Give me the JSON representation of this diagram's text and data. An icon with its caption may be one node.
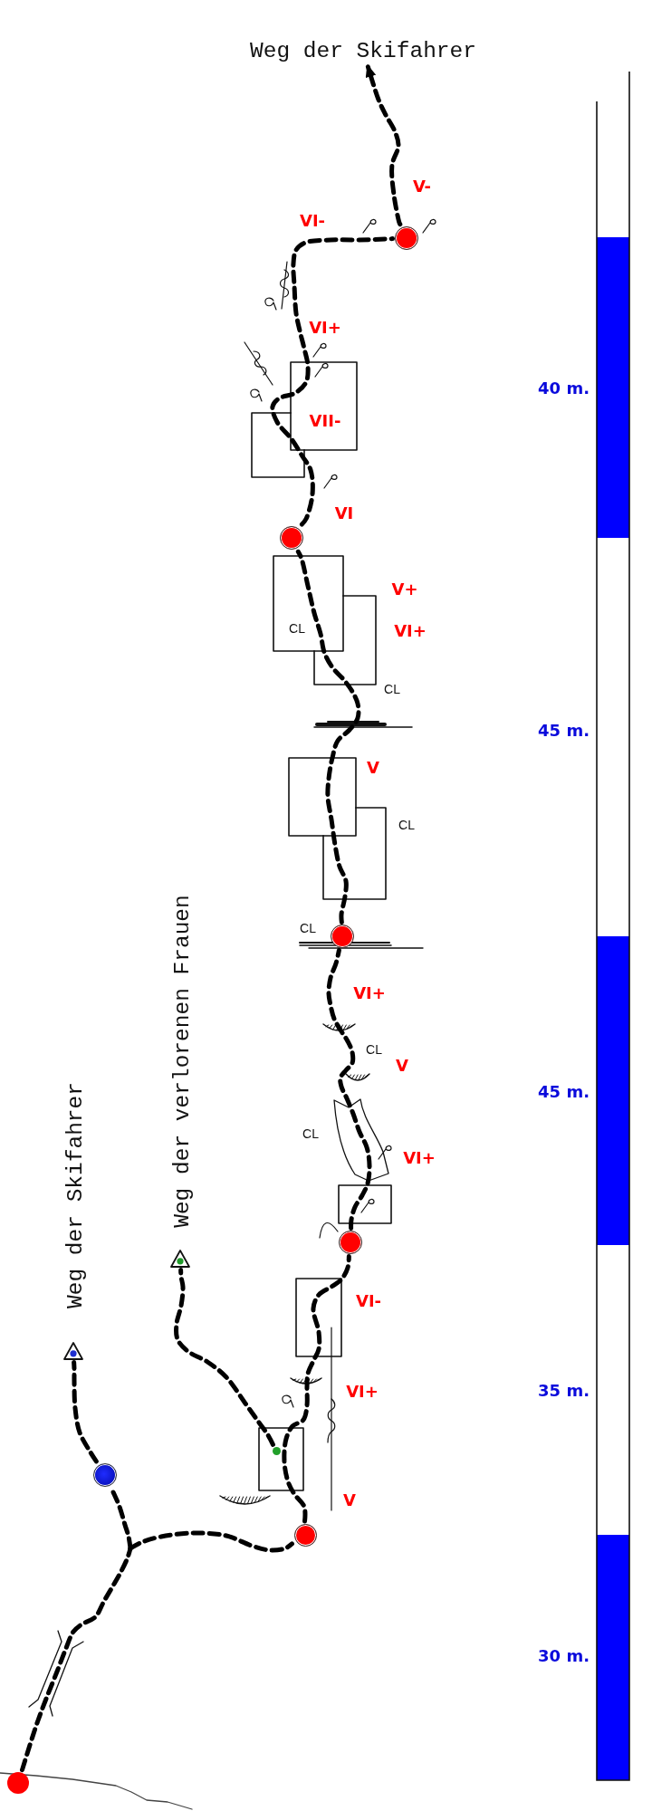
{
  "diagram": {
    "nodes": [
      {
        "text": [
          "Weg der Skifahrer"
        ]
      },
      {
        "text": [],
        "shape": "circle"
      },
      {
        "text": [],
        "shape": "circle"
      },
      {
        "text": [],
        "shape": "circle"
      },
      {
        "text": [],
        "shape": "circle"
      },
      {
        "text": [],
        "shape": "triangle",
        "beside": [
          "Weg der verlorenen Frauen"
        ]
      },
      {
        "text": [],
        "shape": "triangle",
        "beside": [
          "Weg der Skifahrer"
        ]
      },
      {
        "text": [],
        "shape": "circle"
      },
      {
        "text": [],
        "shape": "circle"
      },
      {
        "text": [],
        "shape": "circle"
      },
      {
        "text": [],
        "shape": "circle"
      }
    ],
    "edges": [
      {
        "from": 1,
        "to": 0,
        "arrow": "to"
      },
      {
        "from": 2,
        "to": 1,
        "arrow": "none"
      },
      {
        "from": 3,
        "to": 2,
        "arrow": "none"
      },
      {
        "from": 4,
        "to": 3,
        "arrow": "none"
      },
      {
        "from": 9,
        "to": 4,
        "arrow": "none"
      },
      {
        "from": 10,
        "to": 9,
        "arrow": "none"
      },
      {
        "from": 10,
        "to": 8,
        "arrow": "none"
      },
      {
        "from": 8,
        "to": 6,
        "arrow": "none"
      },
      {
        "from": 7,
        "to": 5,
        "arrow": "none"
      }
    ],
    "labels": [
      "V-",
      "VI-",
      "VI+",
      "40 m.",
      "VII-",
      "VI",
      "V+",
      "CL",
      "VI+",
      "CL",
      "45 m.",
      "V",
      "CL",
      "CL",
      "VI+",
      "CL",
      "V",
      "45 m.",
      "CL",
      "VI+",
      "VI-",
      "VI+",
      "35 m.",
      "V",
      "30 m."
    ]
  }
}
